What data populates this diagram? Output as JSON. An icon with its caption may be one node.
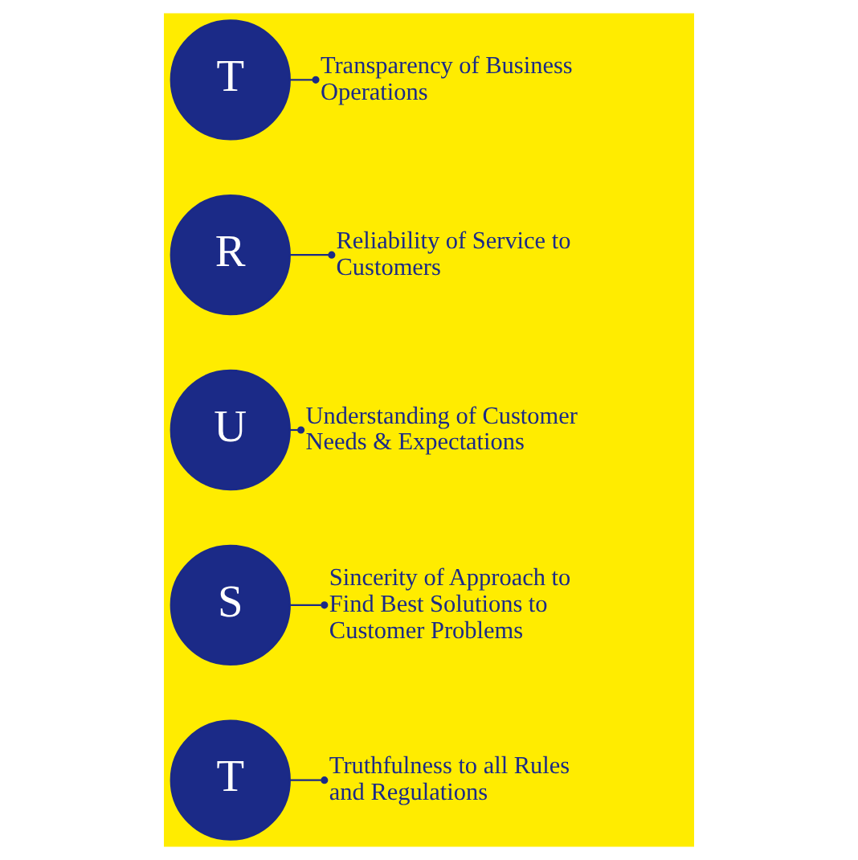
{
  "diagram": {
    "nodes": [
      {
        "text": [
          "T"
        ]
      },
      {
        "text": [
          "Transparency of Business Operations"
        ]
      },
      {
        "text": [
          "R"
        ]
      },
      {
        "text": [
          "Reliability of Service to Customers"
        ]
      },
      {
        "text": [
          "U"
        ]
      },
      {
        "text": [
          "Understanding of Customer Needs & Expectations"
        ]
      },
      {
        "text": [
          "S"
        ]
      },
      {
        "text": [
          "Sincerity of Approach to Find Best Solutions to Customer Problems"
        ]
      },
      {
        "text": [
          "T"
        ]
      },
      {
        "text": [
          "Truthfulness to all Rules and Regulations"
        ]
      }
    ],
    "edges": [
      {
        "from": 0,
        "to": 1,
        "arrow": "other"
      },
      {
        "from": 2,
        "to": 3,
        "arrow": "other"
      },
      {
        "from": 4,
        "to": 5,
        "arrow": "other"
      },
      {
        "from": 6,
        "to": 7,
        "arrow": "other"
      },
      {
        "from": 8,
        "to": 9,
        "arrow": "other"
      }
    ]
  }
}
